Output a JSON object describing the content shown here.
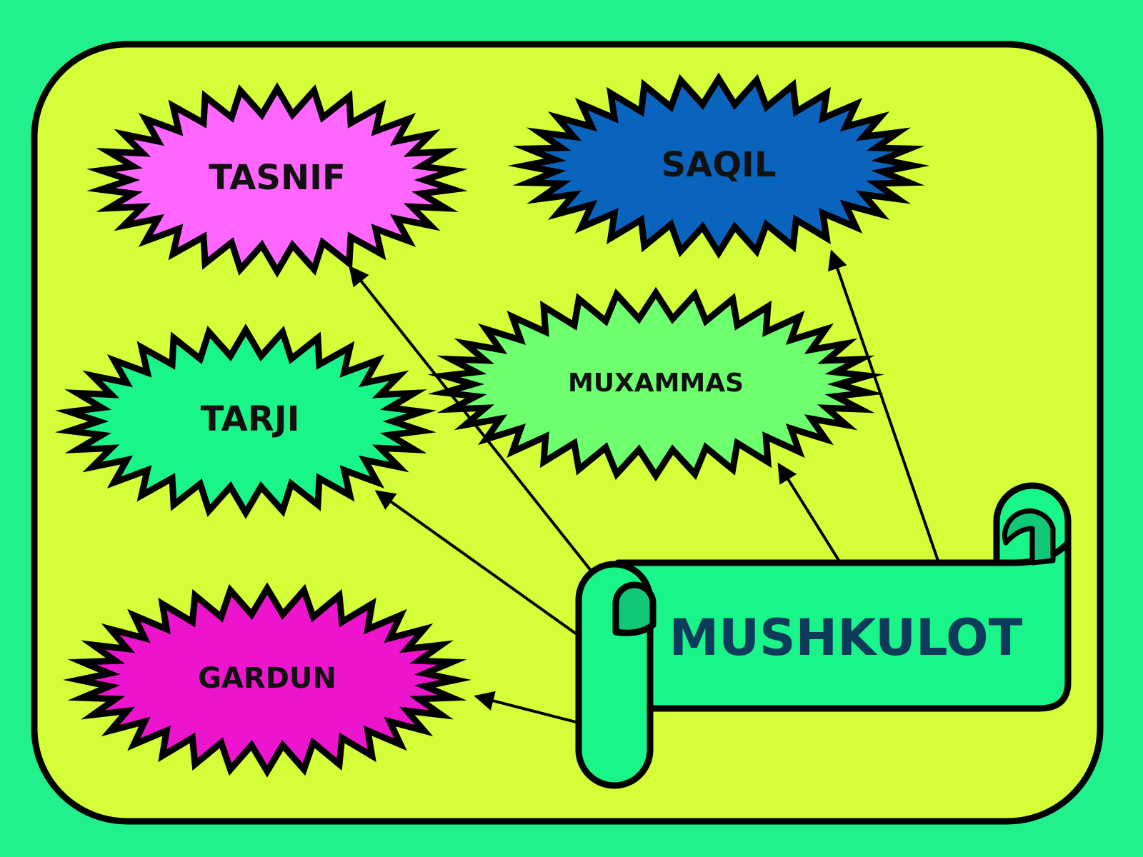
{
  "colors": {
    "page_background": "#22f08c",
    "panel_fill": "#d4ff38",
    "outline": "#000000",
    "scroll_fill": "#1af58a",
    "scroll_curl": "#10c878",
    "scroll_text": "#0e3a5c"
  },
  "diagram": {
    "center": {
      "label": "MUSHKULOT",
      "shape": "horizontal-scroll"
    },
    "nodes": [
      {
        "id": "tasnif",
        "label": "TASNIF",
        "fill": "#ff66ff",
        "shape": "starburst"
      },
      {
        "id": "saqil",
        "label": "SAQIL",
        "fill": "#0a64be",
        "shape": "starburst"
      },
      {
        "id": "tarji",
        "label": "TARJI",
        "fill": "#1af58a",
        "shape": "starburst"
      },
      {
        "id": "muxammas",
        "label": "MUXAMMAS",
        "fill": "#6eff6e",
        "shape": "starburst"
      },
      {
        "id": "gardun",
        "label": "GARDUN",
        "fill": "#ec14cc",
        "shape": "starburst"
      }
    ],
    "edges": [
      {
        "from": "center",
        "to": "tasnif"
      },
      {
        "from": "center",
        "to": "saqil"
      },
      {
        "from": "center",
        "to": "tarji"
      },
      {
        "from": "center",
        "to": "muxammas"
      },
      {
        "from": "center",
        "to": "gardun"
      }
    ]
  }
}
